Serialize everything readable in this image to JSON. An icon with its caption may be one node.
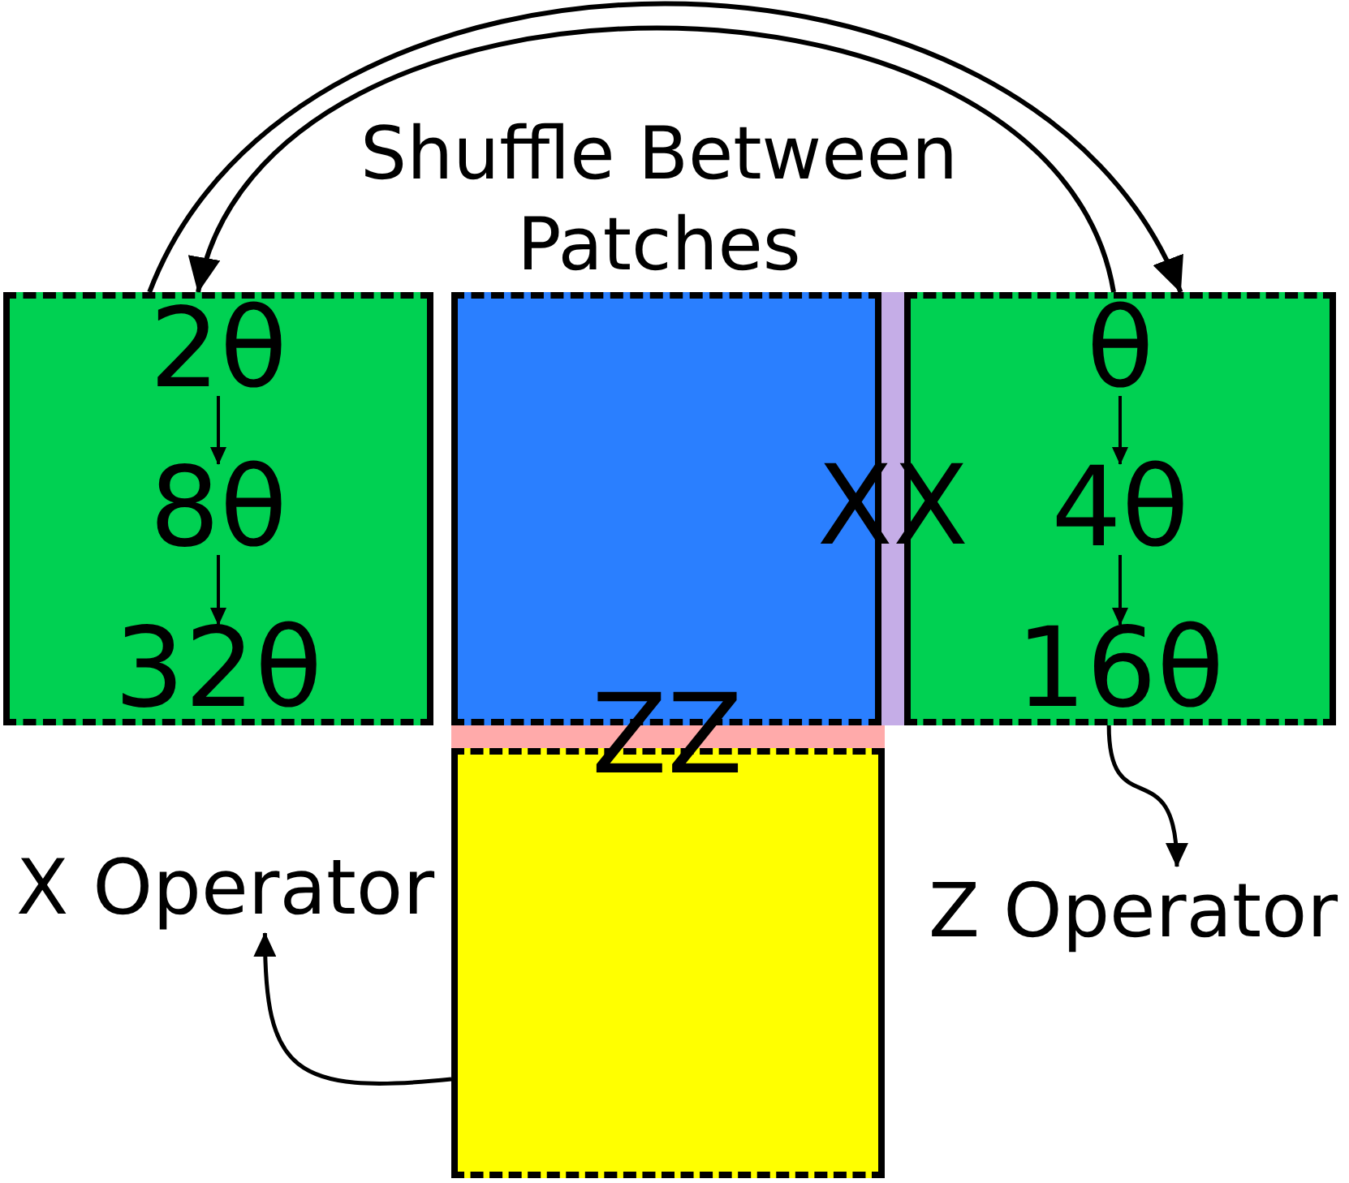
{
  "diagram": {
    "nodes": [
      {
        "text": [],
        "shape": "box"
      },
      {
        "text": [
          "2θ"
        ],
        "in": 0
      },
      {
        "text": [
          "8θ"
        ],
        "in": 0
      },
      {
        "text": [
          "32θ"
        ],
        "in": 0
      },
      {
        "text": [],
        "shape": "box"
      },
      {
        "text": [],
        "shape": "box"
      },
      {
        "text": [
          "θ"
        ],
        "in": 5
      },
      {
        "text": [
          "4θ"
        ],
        "in": 5
      },
      {
        "text": [
          "16θ"
        ],
        "in": 5
      },
      {
        "text": [],
        "shape": "box"
      },
      {
        "text": [
          "X Operator"
        ]
      },
      {
        "text": [
          "Z Operator"
        ]
      }
    ],
    "edges": [
      {
        "from": 0,
        "to": 5,
        "arrow": "to"
      },
      {
        "from": 5,
        "to": 0,
        "arrow": "to"
      },
      {
        "from": 1,
        "to": 2,
        "arrow": "to"
      },
      {
        "from": 2,
        "to": 3,
        "arrow": "to"
      },
      {
        "from": 6,
        "to": 7,
        "arrow": "to"
      },
      {
        "from": 7,
        "to": 8,
        "arrow": "to"
      },
      {
        "from": 9,
        "to": 10,
        "arrow": "to"
      },
      {
        "from": 5,
        "to": 11,
        "arrow": "to"
      }
    ],
    "labels": [
      "Shuffle Between Patches",
      "XX",
      "ZZ"
    ]
  }
}
